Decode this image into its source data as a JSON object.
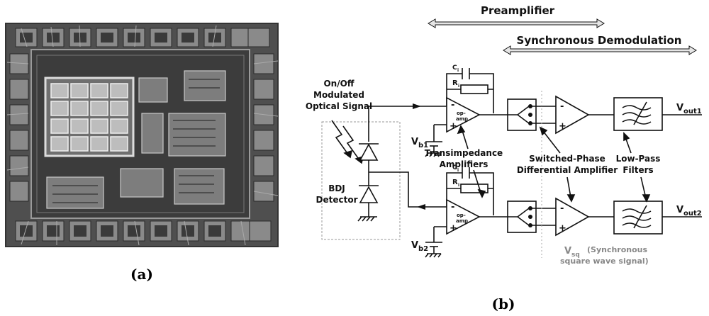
{
  "captions": {
    "a": "(a)",
    "b": "(b)"
  },
  "bars": {
    "preamp": "Preamplifier",
    "syncdemod": "Synchronous Demodulation"
  },
  "labels": {
    "onoff_1": "On/Off",
    "onoff_2": "Modulated",
    "onoff_3": "Optical Signal",
    "bdj_1": "BDJ",
    "bdj_2": "Detector",
    "transimp_1": "Transimpedance",
    "transimp_2": "Amplifiers",
    "switched_1": "Switched-Phase",
    "switched_2": "Differential Amplifier",
    "lowpass_1": "Low-Pass",
    "lowpass_2": "Filters",
    "vsq_main": "V",
    "vsq_sub": "sq",
    "vsq_note1": "(Synchronous",
    "vsq_note2": "square wave signal)",
    "vb1_main": "V",
    "vb1_sub": "b1",
    "vb2_main": "V",
    "vb2_sub": "b2",
    "vout1_main": "V",
    "vout1_sub": "out1",
    "vout2_main": "V",
    "vout2_sub": "out2",
    "ci": "C",
    "ci_sub": "i",
    "ri": "R",
    "ri_sub": "i",
    "opamp_1": "op-",
    "opamp_2": "amp",
    "minus": "-",
    "plus": "+"
  },
  "colors": {
    "chip_bg": "#5a5a5a",
    "chip_dark": "#2a2a2a",
    "chip_light": "#cfcfcf",
    "arrow_fill": "#e6e6e6"
  }
}
